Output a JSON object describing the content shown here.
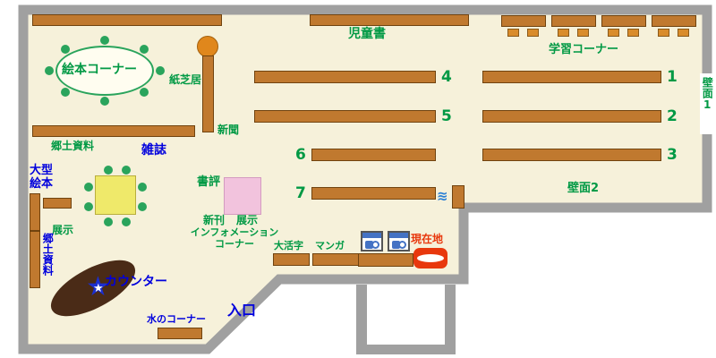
{
  "title": "図書館フロアマップ",
  "colors": {
    "floor": "#f6f1da",
    "wall": "#a0a0a0",
    "shelf": "#c0792f",
    "green_label": "#009944",
    "blue_label": "#0000dd",
    "red_label": "#e8380d",
    "counter_desk": "#4a2b17",
    "table_yellow": "#efe96a",
    "table_pink": "#f2c3dd",
    "table_orange": "#e0871c",
    "chair_green": "#2aa45c",
    "chair_orange": "#d98c2b",
    "marker_red": "#e8380d",
    "star_blue": "#1b2fd0"
  },
  "labels": {
    "children_books": "児童書",
    "study_corner": "学習コーナー",
    "wall1": "壁面1",
    "wall2": "壁面2",
    "picture_book_corner": "絵本コーナー",
    "kamishibai": "紙芝居",
    "newspaper": "新聞",
    "local_materials_top": "郷土資料",
    "magazines": "雑誌",
    "large_picture_books": "大型絵本",
    "display_left": "展示",
    "local_materials_left": "郷土資料",
    "book_review": "書評",
    "new_books": "新刊",
    "display_center": "展示",
    "information_line1": "インフォメーション",
    "information_line2": "コーナー",
    "large_print": "大活字",
    "manga": "マンガ",
    "current_location": "現在地",
    "counter": "カウンター",
    "water_corner": "水のコーナー",
    "entrance": "入口"
  },
  "shelf_numbers": {
    "n1": "1",
    "n2": "2",
    "n3": "3",
    "n4": "4",
    "n5": "5",
    "n6": "6",
    "n7": "7"
  },
  "icons": {
    "star": "★",
    "water": "≋"
  }
}
